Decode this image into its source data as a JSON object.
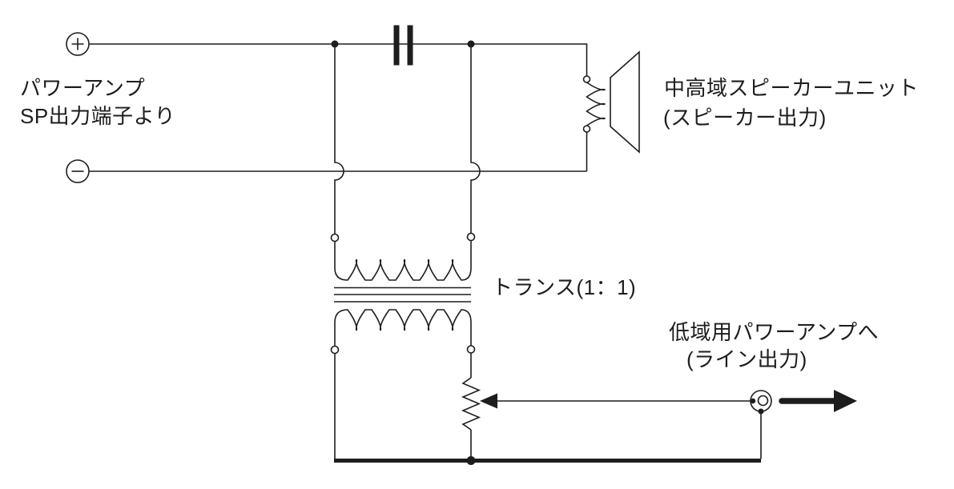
{
  "colors": {
    "line": "#1d1d1d",
    "background": "#ffffff"
  },
  "labels": {
    "source": {
      "line1": "パワーアンプ",
      "line2": "SP出力端子より"
    },
    "speaker": {
      "line1": "中高域スピーカーユニット",
      "line2": "(スピーカー出力)"
    },
    "transformer": {
      "text": "トランス(1：1)"
    },
    "line_out": {
      "line1": "低域用パワーアンプへ",
      "line2": "(ライン出力)"
    }
  },
  "icons": {
    "plus_terminal": "plus-in-circle",
    "minus_terminal": "minus-in-circle",
    "capacitor": "capacitor-plates",
    "speaker_unit": "horn-speaker-with-voice-coil",
    "transformer": "one-to-one-transformer-coils-with-core",
    "potentiometer": "zigzag-resistor-with-wiper-arrow",
    "output_connector": "rca-jack",
    "output_arrow": "thick-right-arrow"
  }
}
